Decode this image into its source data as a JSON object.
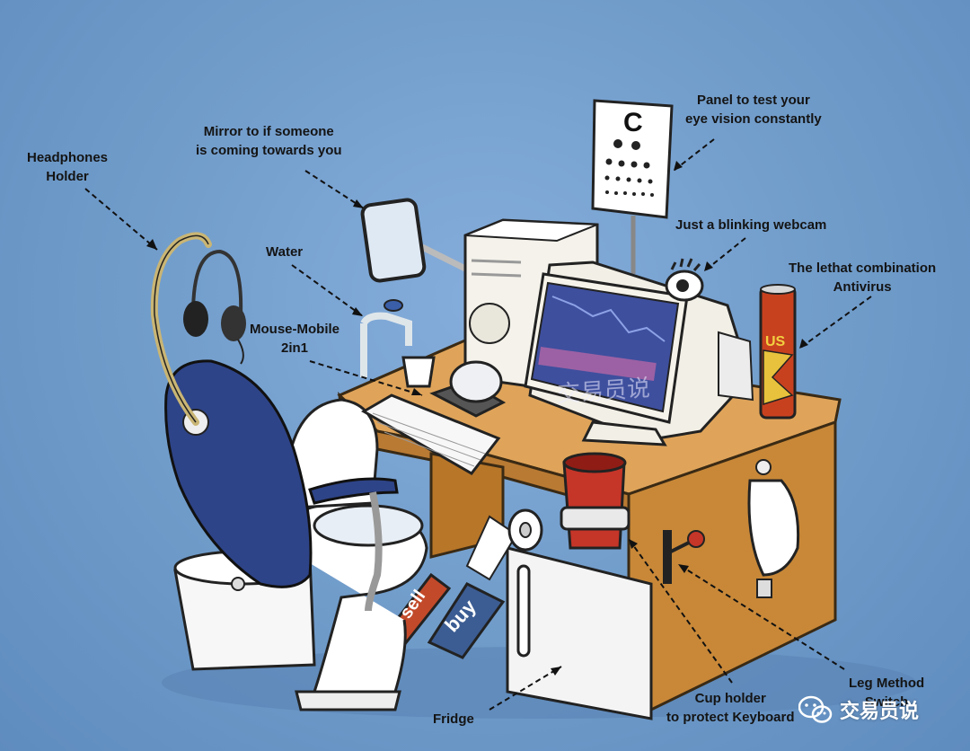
{
  "callouts": {
    "headphones": [
      "Headphones",
      "Holder"
    ],
    "mirror": [
      "Mirror to if someone",
      "is coming towards you"
    ],
    "panel": [
      "Panel to test your",
      "eye vision constantly"
    ],
    "webcam": "Just a blinking webcam",
    "antivirus": [
      "The lethat combination",
      "Antivirus"
    ],
    "water": "Water",
    "mouse": [
      "Mouse-Mobile",
      "2in1"
    ],
    "leg": [
      "Leg Method",
      "Switch"
    ],
    "cup": [
      "Cup holder",
      "to protect Keyboard"
    ],
    "fridge": "Fridge"
  },
  "eye_chart": {
    "big_letter": "C"
  },
  "signs": {
    "sell": "sell",
    "buy": "buy"
  },
  "can_text": "US",
  "screen_ghost": "交易员说",
  "watermark": {
    "text": "交易员说",
    "icon": "wechat-icon"
  },
  "colors": {
    "background": "#6f9bc9",
    "desk": "#d79a4f",
    "chair": "#2e4488",
    "cup": "#c53528",
    "can": "#c8411f"
  }
}
